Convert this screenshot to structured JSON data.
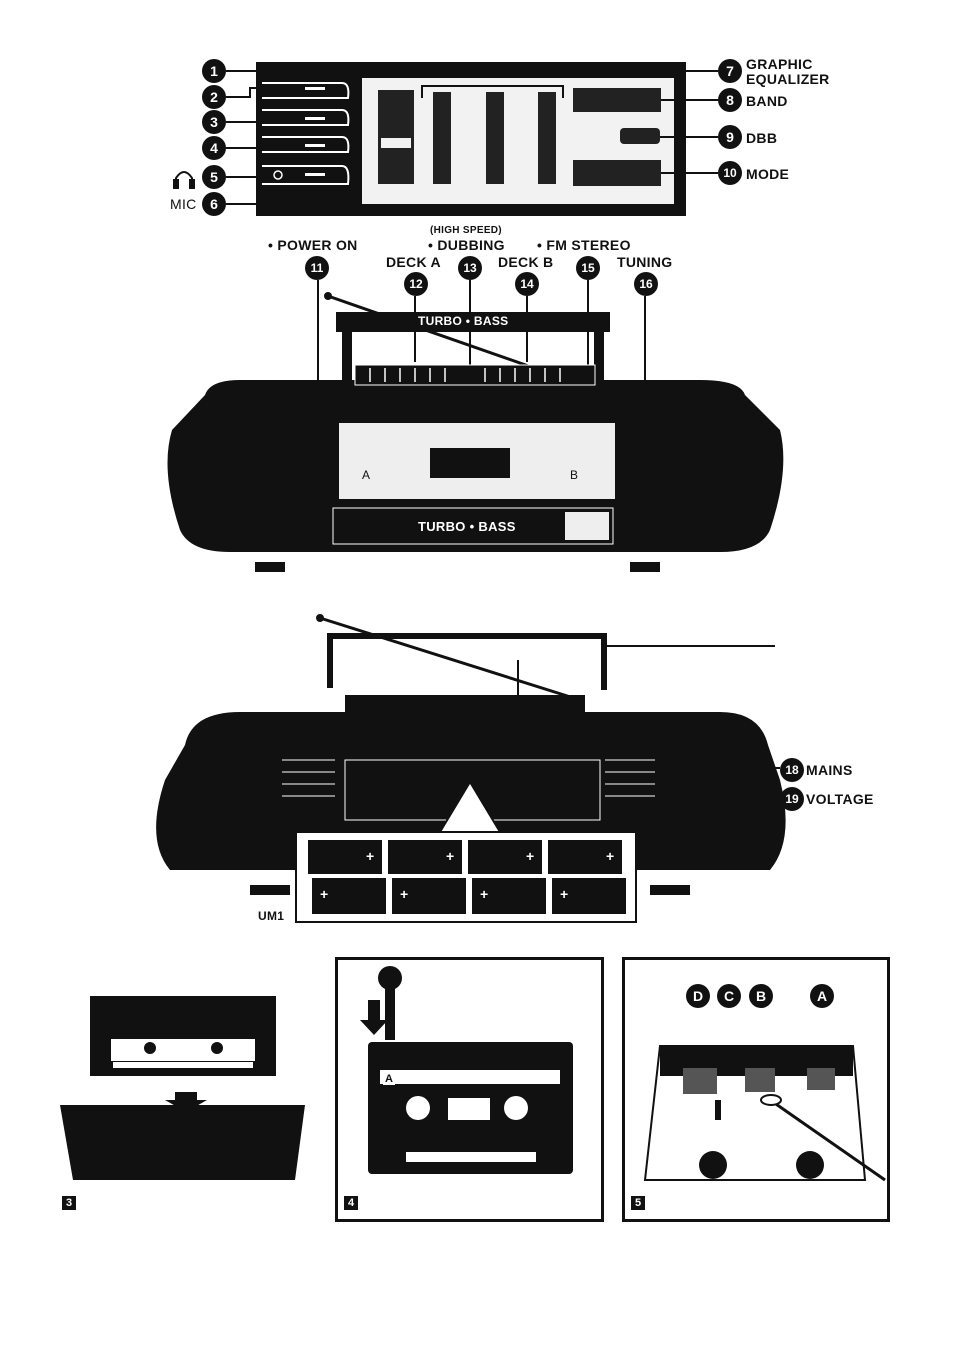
{
  "control_panel": {
    "left_callouts": [
      {
        "num": "1"
      },
      {
        "num": "2"
      },
      {
        "num": "3"
      },
      {
        "num": "4"
      },
      {
        "num": "5"
      },
      {
        "num": "6",
        "text": "MIC"
      }
    ],
    "right_callouts": [
      {
        "num": "7",
        "text_line1": "GRAPHIC",
        "text_line2": "EQUALIZER"
      },
      {
        "num": "8",
        "text": "BAND"
      },
      {
        "num": "9",
        "text": "DBB"
      },
      {
        "num": "10",
        "text": "MODE"
      }
    ]
  },
  "top_labels": {
    "high_speed": "(HIGH SPEED)",
    "power_on": "• POWER ON",
    "dubbing": "• DUBBING",
    "fm_stereo": "• FM STEREO",
    "deck_a": "DECK A",
    "deck_b": "DECK B",
    "tuning": "TUNING",
    "nums": [
      "11",
      "12",
      "13",
      "14",
      "15",
      "16"
    ]
  },
  "front_unit": {
    "handle_text": "TURBO • BASS",
    "display_text": "TURBO • BASS",
    "deck_label_a": "A",
    "deck_label_b": "B"
  },
  "rear_unit": {
    "mains_num": "18",
    "mains": "MAINS",
    "voltage_num": "19",
    "voltage": "VOLTAGE",
    "battery_label": "UM1",
    "plus": "+"
  },
  "figures": {
    "fig3": "3",
    "fig4": "4",
    "fig5": "5",
    "cassette_side": "A",
    "head_labels": [
      "D",
      "C",
      "B",
      "A"
    ]
  }
}
